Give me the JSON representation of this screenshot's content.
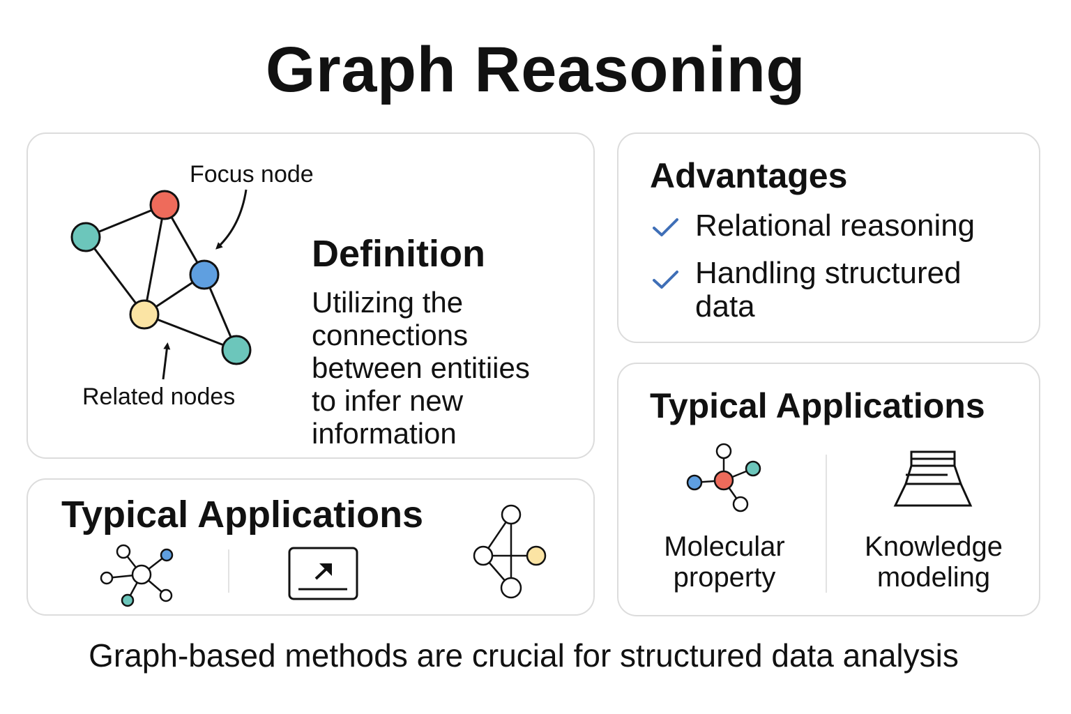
{
  "title": "Graph Reasoning",
  "definition_card": {
    "focus_label": "Focus node",
    "related_label": "Related nodes",
    "heading": "Definition",
    "text_lines": [
      "Utilizing the",
      "connections",
      "between entitiies",
      "to infer new",
      "information"
    ]
  },
  "advantages_card": {
    "heading": "Advantages",
    "items": [
      {
        "lines": [
          "Relational reasoning"
        ]
      },
      {
        "lines": [
          "Handling structured",
          "data"
        ]
      }
    ]
  },
  "applications_left": {
    "heading": "Typical Applications"
  },
  "applications_right": {
    "heading": "Typical Applications",
    "items": [
      {
        "lines": [
          "Molecular",
          "property"
        ]
      },
      {
        "lines": [
          "Knowledge",
          "modeling"
        ]
      }
    ]
  },
  "footer": "Graph-based methods are crucial for structured data analysis",
  "colors": {
    "red": "#ee6b5b",
    "teal": "#6cc6bb",
    "blue": "#5f9fe0",
    "yellow": "#fbe4a4",
    "check": "#3f6fb7"
  }
}
